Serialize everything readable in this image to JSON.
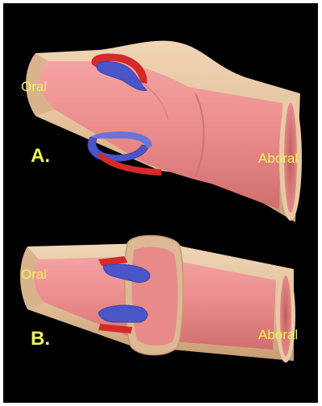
{
  "panels": [
    {
      "letter": "A.",
      "left_label": "Oral",
      "right_label": "Aboral"
    },
    {
      "letter": "B.",
      "left_label": "Oral",
      "right_label": "Aboral"
    }
  ],
  "colors": {
    "background": "#000000",
    "label": "#f2f25a",
    "outer_wall": "#e8c9a4",
    "lumen": "#ea8a8a",
    "circular_muscle": "#d42a2a",
    "longitudinal_muscle": "#4a55c8"
  }
}
